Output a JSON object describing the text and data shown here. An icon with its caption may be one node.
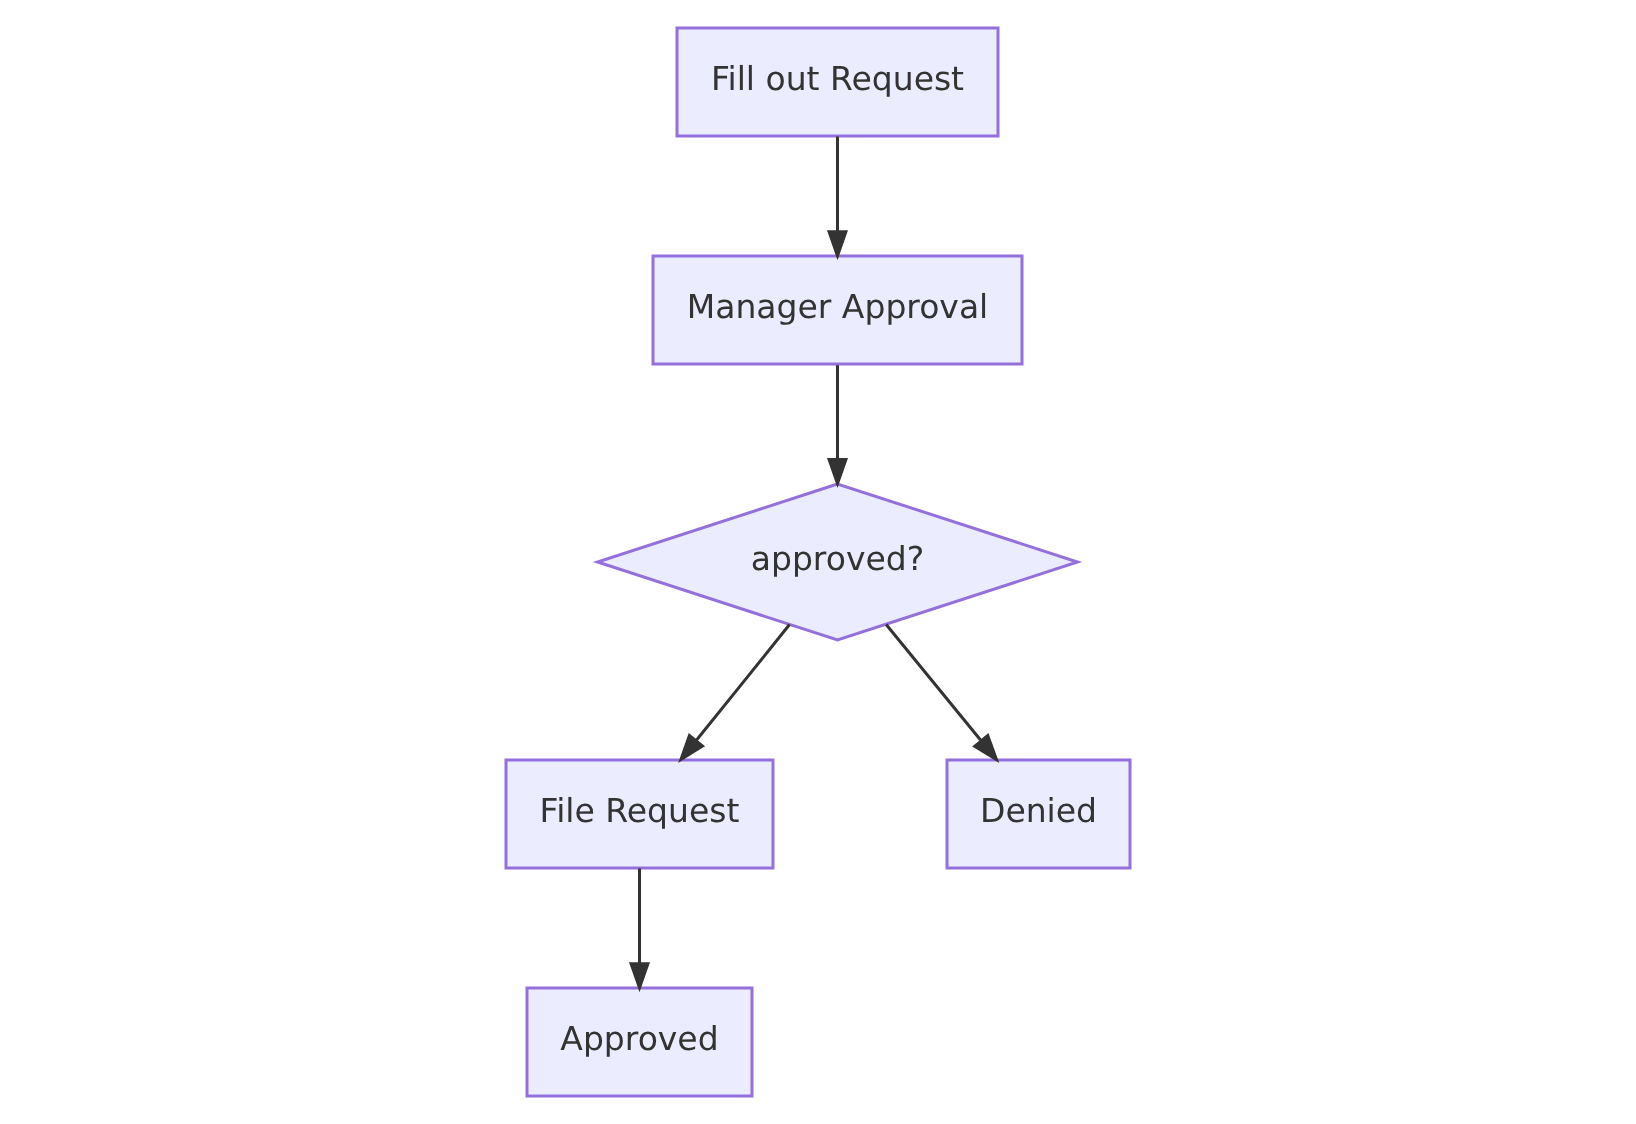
{
  "diagram": {
    "nodes": [
      {
        "text": [
          "Fill out Request"
        ]
      },
      {
        "text": [
          "Manager Approval"
        ]
      },
      {
        "text": [
          "approved?"
        ]
      },
      {
        "text": [
          "File Request"
        ]
      },
      {
        "text": [
          "Denied"
        ]
      },
      {
        "text": [
          "Approved"
        ]
      }
    ],
    "edges": [
      {
        "from": 0,
        "to": 1,
        "arrow": "to"
      },
      {
        "from": 1,
        "to": 2,
        "arrow": "to"
      },
      {
        "from": 2,
        "to": 3,
        "arrow": "to"
      },
      {
        "from": 2,
        "to": 4,
        "arrow": "to"
      },
      {
        "from": 3,
        "to": 5,
        "arrow": "to"
      }
    ]
  }
}
